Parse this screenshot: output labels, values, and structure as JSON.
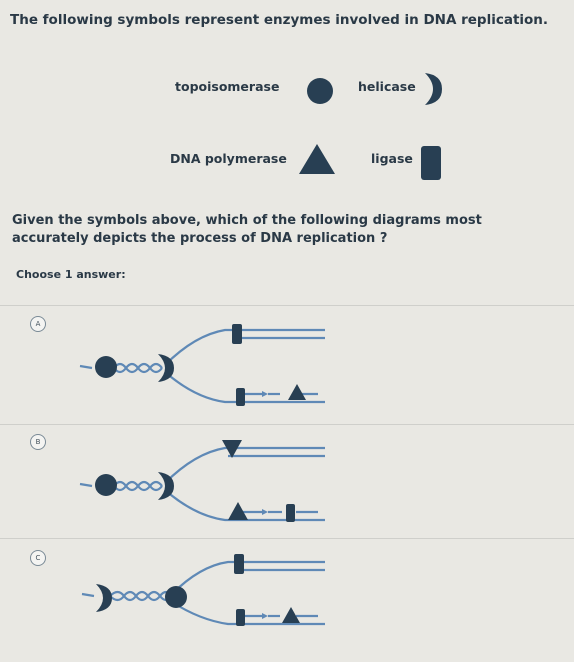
{
  "question": {
    "intro": "The following symbols represent enzymes involved in DNA replication.",
    "prompt": "Given the symbols above, which of the following diagrams most accurately depicts the process of DNA replication ?",
    "choose_label": "Choose 1 answer:"
  },
  "legend": {
    "topoisomerase": "topoisomerase",
    "helicase": "helicase",
    "dna_polymerase": "DNA polymerase",
    "ligase": "ligase"
  },
  "options": [
    {
      "letter": "A"
    },
    {
      "letter": "B"
    },
    {
      "letter": "C"
    }
  ],
  "colors": {
    "symbol": "#283f53",
    "strand": "#5f89b6",
    "background": "#e9e8e3"
  }
}
